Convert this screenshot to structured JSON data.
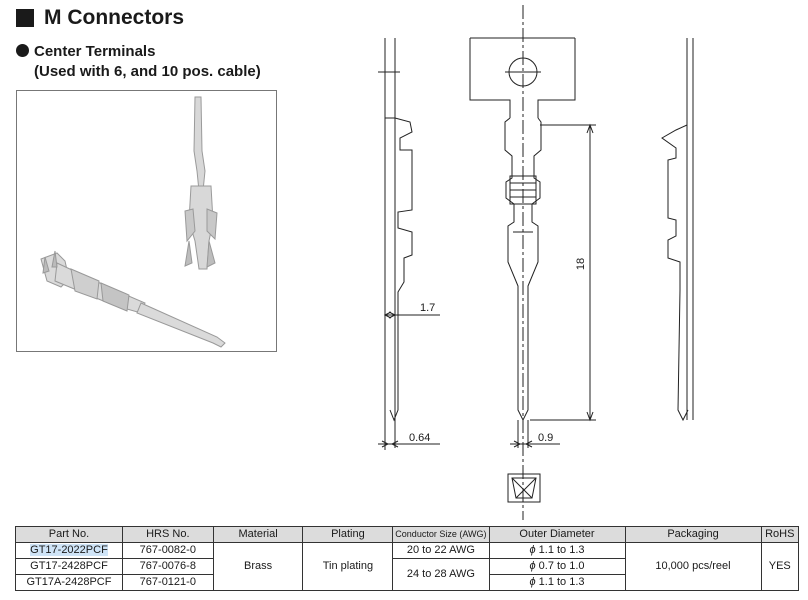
{
  "header": {
    "title": "M Connectors",
    "subtitle_line1": "Center Terminals",
    "subtitle_line2": "(Used with 6, and 10 pos. cable)"
  },
  "drawing": {
    "dim_width_top": "1.7",
    "dim_length": "18",
    "dim_pin_left": "0.64",
    "dim_pin_center": "0.9"
  },
  "table": {
    "headers": [
      "Part No.",
      "HRS No.",
      "Material",
      "Plating",
      "Conductor Size (AWG)",
      "Outer Diameter",
      "Packaging",
      "RoHS"
    ],
    "rows": [
      {
        "part": "GT17-2022PCF",
        "hrs": "767-0082-0",
        "diameter": "1.1 to 1.3"
      },
      {
        "part": "GT17-2428PCF",
        "hrs": "767-0076-8",
        "diameter": "0.7 to 1.0"
      },
      {
        "part": "GT17A-2428PCF",
        "hrs": "767-0121-0",
        "diameter": "1.1 to 1.3"
      }
    ],
    "material": "Brass",
    "plating": "Tin plating",
    "conductor_1": "20 to 22 AWG",
    "conductor_2": "24 to 28 AWG",
    "packaging": "10,000 pcs/reel",
    "rohs": "YES",
    "phi_symbol": "ϕ"
  },
  "colors": {
    "highlight": "#cfe4f7",
    "header_bg": "#dcdcdc"
  }
}
